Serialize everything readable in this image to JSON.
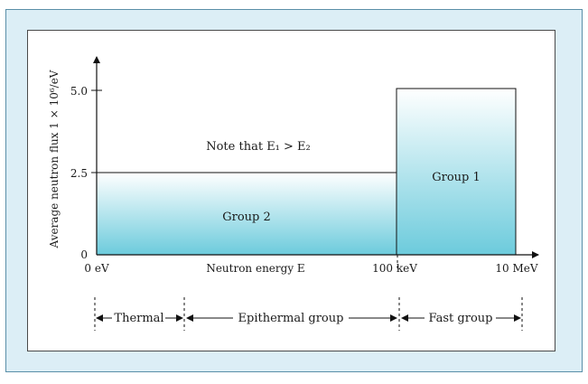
{
  "chart_data": {
    "type": "bar",
    "xlabel": "Neutron energy E",
    "ylabel": "Average neutron flux 1 × 10⁶/eV",
    "y_ticks": [
      "0",
      "2.5",
      "5.0"
    ],
    "x_ticks": [
      "0 eV",
      "100 keV",
      "10 MeV"
    ],
    "ylim": [
      0,
      5.0
    ],
    "groups": [
      {
        "label": "Group 2",
        "x_start": "0 eV",
        "x_end": "100 keV",
        "value": 2.5
      },
      {
        "label": "Group 1",
        "x_start": "100 keV",
        "x_end": "10 MeV",
        "value": 5.0
      }
    ],
    "annotation": "Note that E₁ > E₂",
    "ranges": [
      {
        "label": "Thermal"
      },
      {
        "label": "Epithermal group"
      },
      {
        "label": "Fast group"
      }
    ]
  }
}
